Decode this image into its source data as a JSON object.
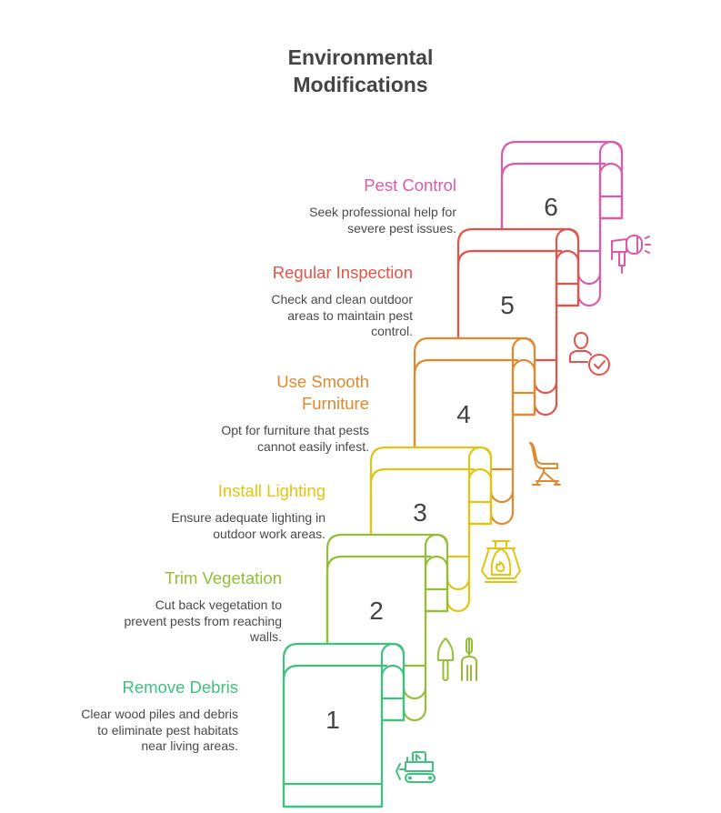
{
  "title": [
    "Environmental",
    "Modifications"
  ],
  "steps": [
    {
      "number": "1",
      "title": [
        "Remove Debris"
      ],
      "description": [
        "Clear wood piles and debris",
        "to eliminate pest habitats",
        "near living areas."
      ],
      "color": "#3ec27d",
      "icon": "bulldozer-icon"
    },
    {
      "number": "2",
      "title": [
        "Trim Vegetation"
      ],
      "description": [
        "Cut back vegetation to",
        "prevent pests from reaching",
        "walls."
      ],
      "color": "#94bf35",
      "icon": "garden-tools-icon"
    },
    {
      "number": "3",
      "title": [
        "Install Lighting"
      ],
      "description": [
        "Ensure adequate lighting in",
        "outdoor work areas."
      ],
      "color": "#e2c412",
      "icon": "lantern-icon"
    },
    {
      "number": "4",
      "title": [
        "Use Smooth",
        "Furniture"
      ],
      "description": [
        "Opt for furniture that pests",
        "cannot easily infest."
      ],
      "color": "#e0892e",
      "icon": "chair-icon"
    },
    {
      "number": "5",
      "title": [
        "Regular Inspection"
      ],
      "description": [
        "Check and clean outdoor",
        "areas to maintain pest",
        "control."
      ],
      "color": "#e4534a",
      "icon": "inspector-check-icon"
    },
    {
      "number": "6",
      "title": [
        "Pest Control"
      ],
      "description": [
        "Seek professional help for",
        "severe pest issues."
      ],
      "color": "#de5aa9",
      "icon": "spray-gun-icon"
    }
  ]
}
